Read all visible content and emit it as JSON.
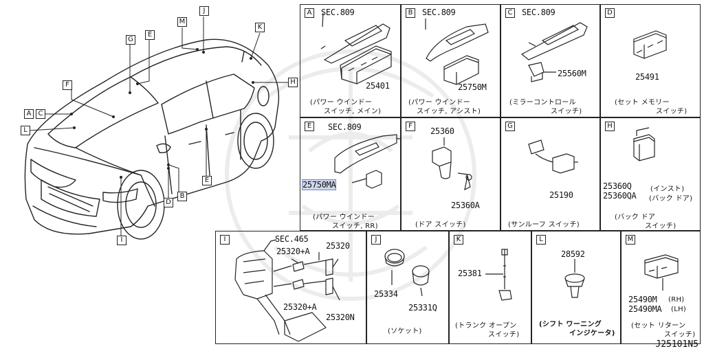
{
  "diagram_code": "J25101N5",
  "car_callouts": [
    "M",
    "J",
    "K",
    "G",
    "E",
    "F",
    "H",
    "A",
    "C",
    "L",
    "E",
    "B",
    "D",
    "I"
  ],
  "panels": {
    "A": {
      "letter": "A",
      "sec": "SEC.809",
      "part": "25401",
      "cap1": "(パワー ウインドー",
      "cap2": "スイッチ, メイン)"
    },
    "B": {
      "letter": "B",
      "sec": "SEC.809",
      "part": "25750M",
      "cap1": "(パワー ウインドー",
      "cap2": "スイッチ, アシスト)"
    },
    "C": {
      "letter": "C",
      "sec": "SEC.809",
      "part": "25560M",
      "cap1": "(ミラーコントロール",
      "cap2": "スイッチ)"
    },
    "D": {
      "letter": "D",
      "part": "25491",
      "cap1": "(セット メモリー",
      "cap2": "スイッチ)"
    },
    "E": {
      "letter": "E",
      "sec": "SEC.809",
      "part": "25750MA",
      "cap1": "(パワー ウインドー",
      "cap2": "スイッチ, RR)"
    },
    "F": {
      "letter": "F",
      "part": "25360",
      "part2": "25360A",
      "cap1": "(ドア スイッチ)"
    },
    "G": {
      "letter": "G",
      "part": "25190",
      "cap1": "(サンルーフ スイッチ)"
    },
    "H": {
      "letter": "H",
      "part": "25360Q",
      "part_note": "(インスト)",
      "part2": "25360QA",
      "part2_note": "(バック ドア)",
      "cap1": "(バック ドア",
      "cap2": "スイッチ)"
    },
    "I": {
      "letter": "I",
      "sec": "SEC.465",
      "p1": "25320+A",
      "p2": "25320",
      "p3": "25320+A",
      "p4": "25320N"
    },
    "J": {
      "letter": "J",
      "part": "25334",
      "part2": "25331Q",
      "cap1": "(ソケット)"
    },
    "K": {
      "letter": "K",
      "part": "25381",
      "cap1": "(トランク オープン",
      "cap2": "スイッチ)"
    },
    "L": {
      "letter": "L",
      "part": "28592",
      "cap1": "(シフト ワーニング",
      "cap2": "インジケータ)"
    },
    "M": {
      "letter": "M",
      "part": "25490M",
      "part_note": "(RH)",
      "part2": "25490MA",
      "part2_note": "(LH)",
      "cap1": "(セット リターン",
      "cap2": "スイッチ)"
    }
  },
  "colors": {
    "line": "#222222",
    "highlight": "#cfd6ec"
  }
}
